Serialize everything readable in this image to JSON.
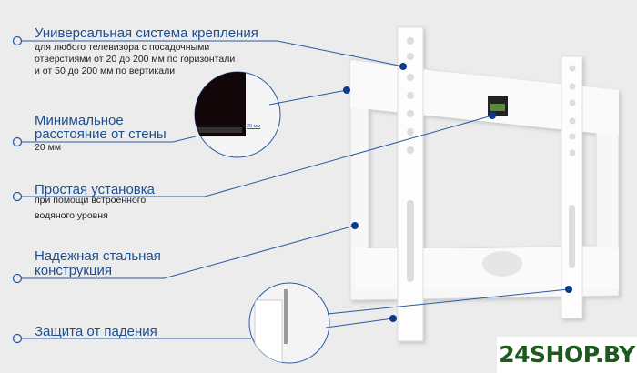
{
  "features": [
    {
      "title": "Универсальная система крепления",
      "lines": [
        "для любого телевизора с посадочными",
        "отверстиями от 20 до 200 мм по горизонтали",
        "и от 50 до 200 мм по вертикали"
      ]
    },
    {
      "title_lines": [
        "Минимальное",
        "расстояние от стены"
      ],
      "lines": [
        "20 мм"
      ]
    },
    {
      "title": "Простая  установка",
      "lines": [
        "при помощи встроенного",
        "водяного уровня"
      ]
    },
    {
      "title_lines": [
        "Надежная стальная",
        "конструкция"
      ]
    },
    {
      "title": "Защита от падения"
    }
  ],
  "inset_label": "20 мм",
  "logo": "24SHOP.BY",
  "colors": {
    "accent": "#1d4f90",
    "dot": "#0d3a8a",
    "logo": "#1c5a1f"
  }
}
